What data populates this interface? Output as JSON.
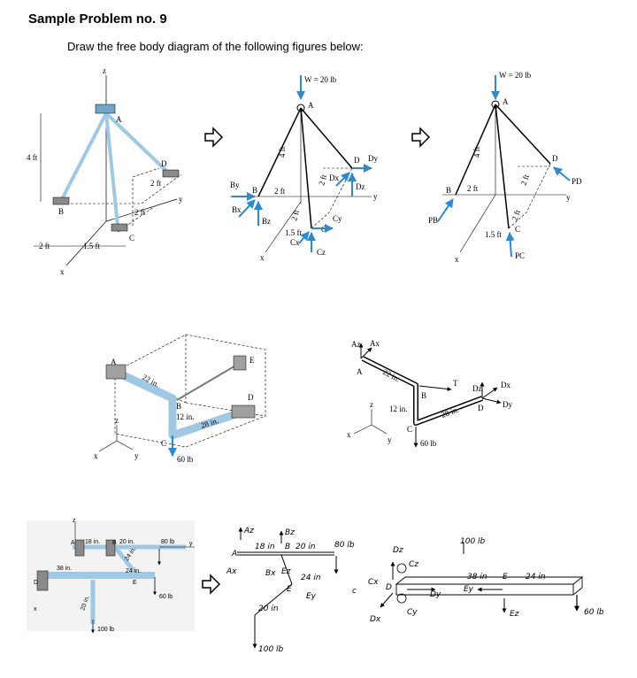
{
  "header": {
    "title": "Sample Problem no. 9",
    "instruction": "Draw the free body diagram of the following figures below:"
  },
  "colors": {
    "member": "#9fc9e3",
    "arrow": "#2a8ad4",
    "ink": "#000000"
  },
  "icons": [
    "arrow-right-icon",
    "arrow-right-icon",
    "arrow-right-icon"
  ],
  "fig1": {
    "tripod": {
      "z": "z",
      "A": "A",
      "B": "B",
      "C": "C",
      "D": "D",
      "x": "x",
      "y": "y",
      "d4ft": "4 ft",
      "d2ft_a": "2 ft",
      "d2ft_b": "2 ft",
      "d2ft_c": "2 ft",
      "d15ft": "1.5 ft"
    },
    "fbd_a": {
      "W": "W = 20 lb",
      "A": "A",
      "B": "B",
      "C": "C",
      "D": "D",
      "By": "By",
      "Bx": "Bx",
      "Bz": "Bz",
      "Dy": "Dy",
      "Dx": "Dx",
      "Dz": "Dz",
      "Cy": "Cy",
      "Cx": "Cx",
      "Cz": "Cz",
      "d4ft": "4 ft",
      "d2ft": "2 ft",
      "d2ft_b": "2 ft",
      "d2ft_c": "2 ft",
      "d15ft": "1.5 ft",
      "x": "x",
      "y": "y"
    },
    "fbd_b": {
      "W": "W = 20 lb",
      "A": "A",
      "B": "B",
      "C": "C",
      "D": "D",
      "PB": "PB",
      "PC": "PC",
      "PD": "PD",
      "d4ft": "4 ft",
      "d2ft": "2 ft",
      "d2ft_b": "2 ft",
      "d2ft_c": "2 ft",
      "d15ft": "1.5 ft",
      "x": "x",
      "y": "y"
    }
  },
  "fig2": {
    "pipe": {
      "A": "A",
      "B": "B",
      "C": "C",
      "D": "D",
      "E": "E",
      "d22": "22 in.",
      "d12": "12 in.",
      "d28": "28 in.",
      "load": "60 lb",
      "x": "x",
      "y": "y",
      "z": "z"
    },
    "fbd": {
      "Az": "Az",
      "Ax": "Ax",
      "A": "A",
      "B": "B",
      "C": "C",
      "D": "D",
      "T": "T",
      "Dz": "Dz",
      "Dx": "Dx",
      "Dy": "Dy",
      "d22": "22 in.",
      "d12": "12 in.",
      "d28": "28 in.",
      "load": "60 lb",
      "x": "x",
      "y": "y",
      "z": "z"
    }
  },
  "fig3": {
    "frame": {
      "A": "A",
      "B": "B",
      "D": "D",
      "E": "E",
      "d18": "18 in.",
      "d20": "20 in.",
      "d38": "38 in.",
      "d24": "24 in.",
      "d24b": "24 in.",
      "d20b": "20 in.",
      "l80": "80 lb",
      "l60": "60 lb",
      "l100": "100 lb",
      "x": "x",
      "y": "y",
      "z": "z"
    },
    "sketch1": {
      "Az": "Az",
      "Ax": "Ax",
      "Bz": "Bz",
      "Bx": "Bx",
      "Ez": "Ez",
      "Ey": "Ey",
      "A": "A",
      "B": "B",
      "E": "E",
      "d18": "18 in",
      "d20": "20 in",
      "d24": "24 in",
      "d20b": "20 in",
      "l80": "80 lb",
      "l100": "100 lb",
      "c": "c"
    },
    "sketch2": {
      "l100": "100 lb",
      "Dz": "Dz",
      "Cz": "Cz",
      "Cx": "Cx",
      "D": "D",
      "Dy": "Dy",
      "Dx": "Dx",
      "Cy": "Cy",
      "d38": "38 in",
      "E": "E",
      "d24": "24 in",
      "Ey": "Ey",
      "Ez": "Ez",
      "l60": "60 lb"
    }
  }
}
